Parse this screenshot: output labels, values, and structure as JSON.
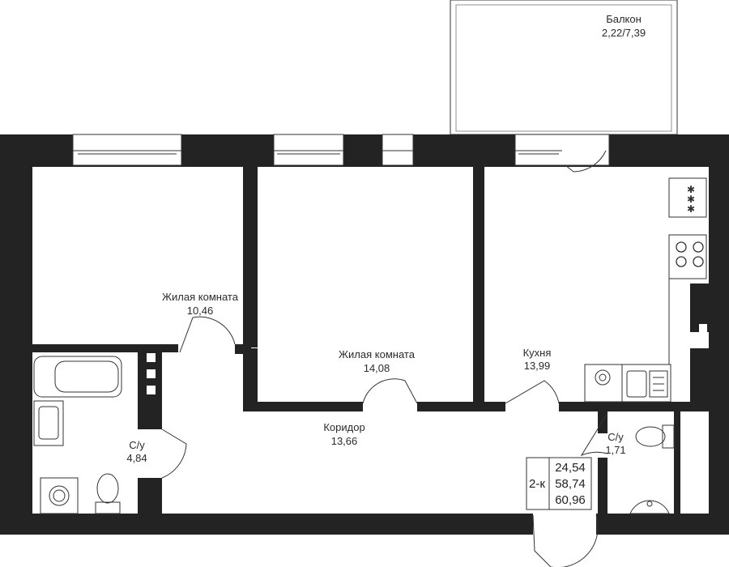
{
  "rooms": {
    "balcony": {
      "name": "Балкон",
      "area": "2,22/7,39"
    },
    "living1": {
      "name": "Жилая комната",
      "area": "10,46"
    },
    "living2": {
      "name": "Жилая комната",
      "area": "14,08"
    },
    "kitchen": {
      "name": "Кухня",
      "area": "13,99"
    },
    "corridor": {
      "name": "Коридор",
      "area": "13,66"
    },
    "bath1": {
      "name": "С/у",
      "area": "4,84"
    },
    "bath2": {
      "name": "С/у",
      "area": "1,71"
    }
  },
  "summary": {
    "type": "2-к",
    "living_area": "24,54",
    "total_area": "58,74",
    "total_with_balcony": "60,96"
  },
  "colors": {
    "wall": "#232323",
    "line": "#333333",
    "background": "#ffffff"
  }
}
